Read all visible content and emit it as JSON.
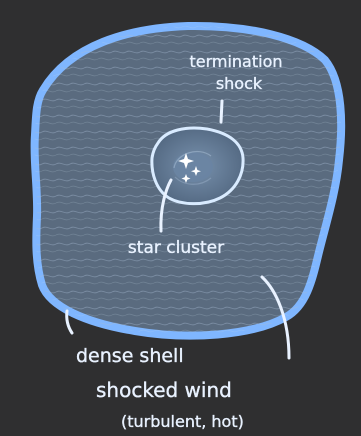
{
  "diagram": {
    "colors": {
      "background": "#2f2f30",
      "shell": "#7fb6ff",
      "wind": "#5a6b7f",
      "wind_texture": "#a7bad2",
      "cluster_region": "#627a95",
      "label": "#e9f2ff"
    },
    "labels": {
      "termination_shock_line1": "termination",
      "termination_shock_line2": "shock",
      "star_cluster": "star cluster",
      "dense_shell": "dense shell",
      "shocked_wind": "shocked wind",
      "shocked_wind_note": "(turbulent, hot)"
    },
    "icons": {
      "stars": [
        "sparkle-icon",
        "sparkle-icon",
        "sparkle-icon"
      ]
    }
  }
}
